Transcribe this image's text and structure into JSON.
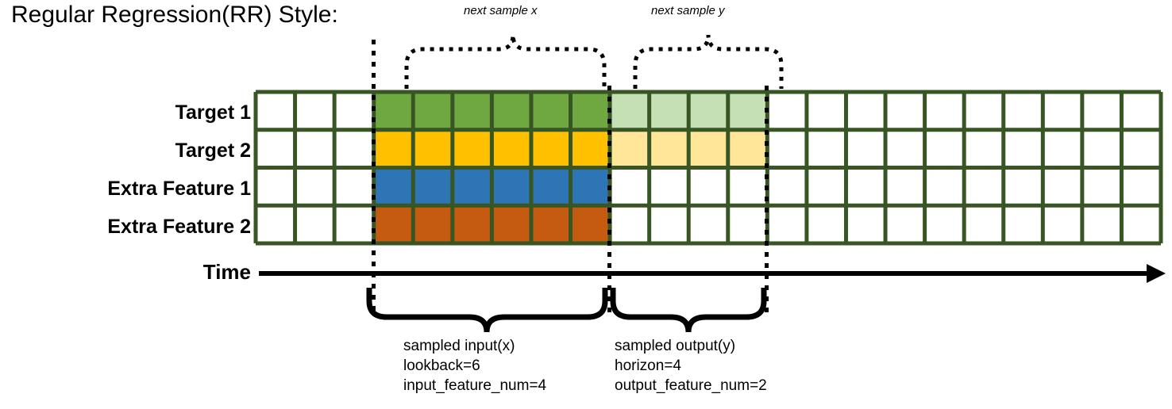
{
  "title": "Regular Regression(RR) Style:",
  "rows": [
    {
      "label": "Target 1",
      "fill_dark": "#6fa840",
      "fill_light": "#c5e0b4",
      "has_light": true
    },
    {
      "label": "Target 2",
      "fill_dark": "#ffc000",
      "fill_light": "#ffe699",
      "has_light": true
    },
    {
      "label": "Extra Feature 1",
      "fill_dark": "#2e75b6",
      "fill_light": "#ffffff",
      "has_light": false
    },
    {
      "label": "Extra Feature 2",
      "fill_dark": "#c55a11",
      "fill_light": "#ffffff",
      "has_light": false
    }
  ],
  "grid": {
    "total_columns": 23,
    "leading_empty_columns": 3,
    "input_columns": 6,
    "output_columns": 4,
    "border_color": "#375623",
    "cell_fill_empty": "#ffffff"
  },
  "axis": {
    "label": "Time"
  },
  "top_braces": [
    {
      "caption": "next sample x"
    },
    {
      "caption": "next sample y"
    }
  ],
  "bottom_braces": [
    {
      "line1": "sampled input(x)",
      "line2": "lookback=6",
      "line3": "input_feature_num=4"
    },
    {
      "line1": "sampled output(y)",
      "line2": "horizon=4",
      "line3": "output_feature_num=2"
    }
  ]
}
